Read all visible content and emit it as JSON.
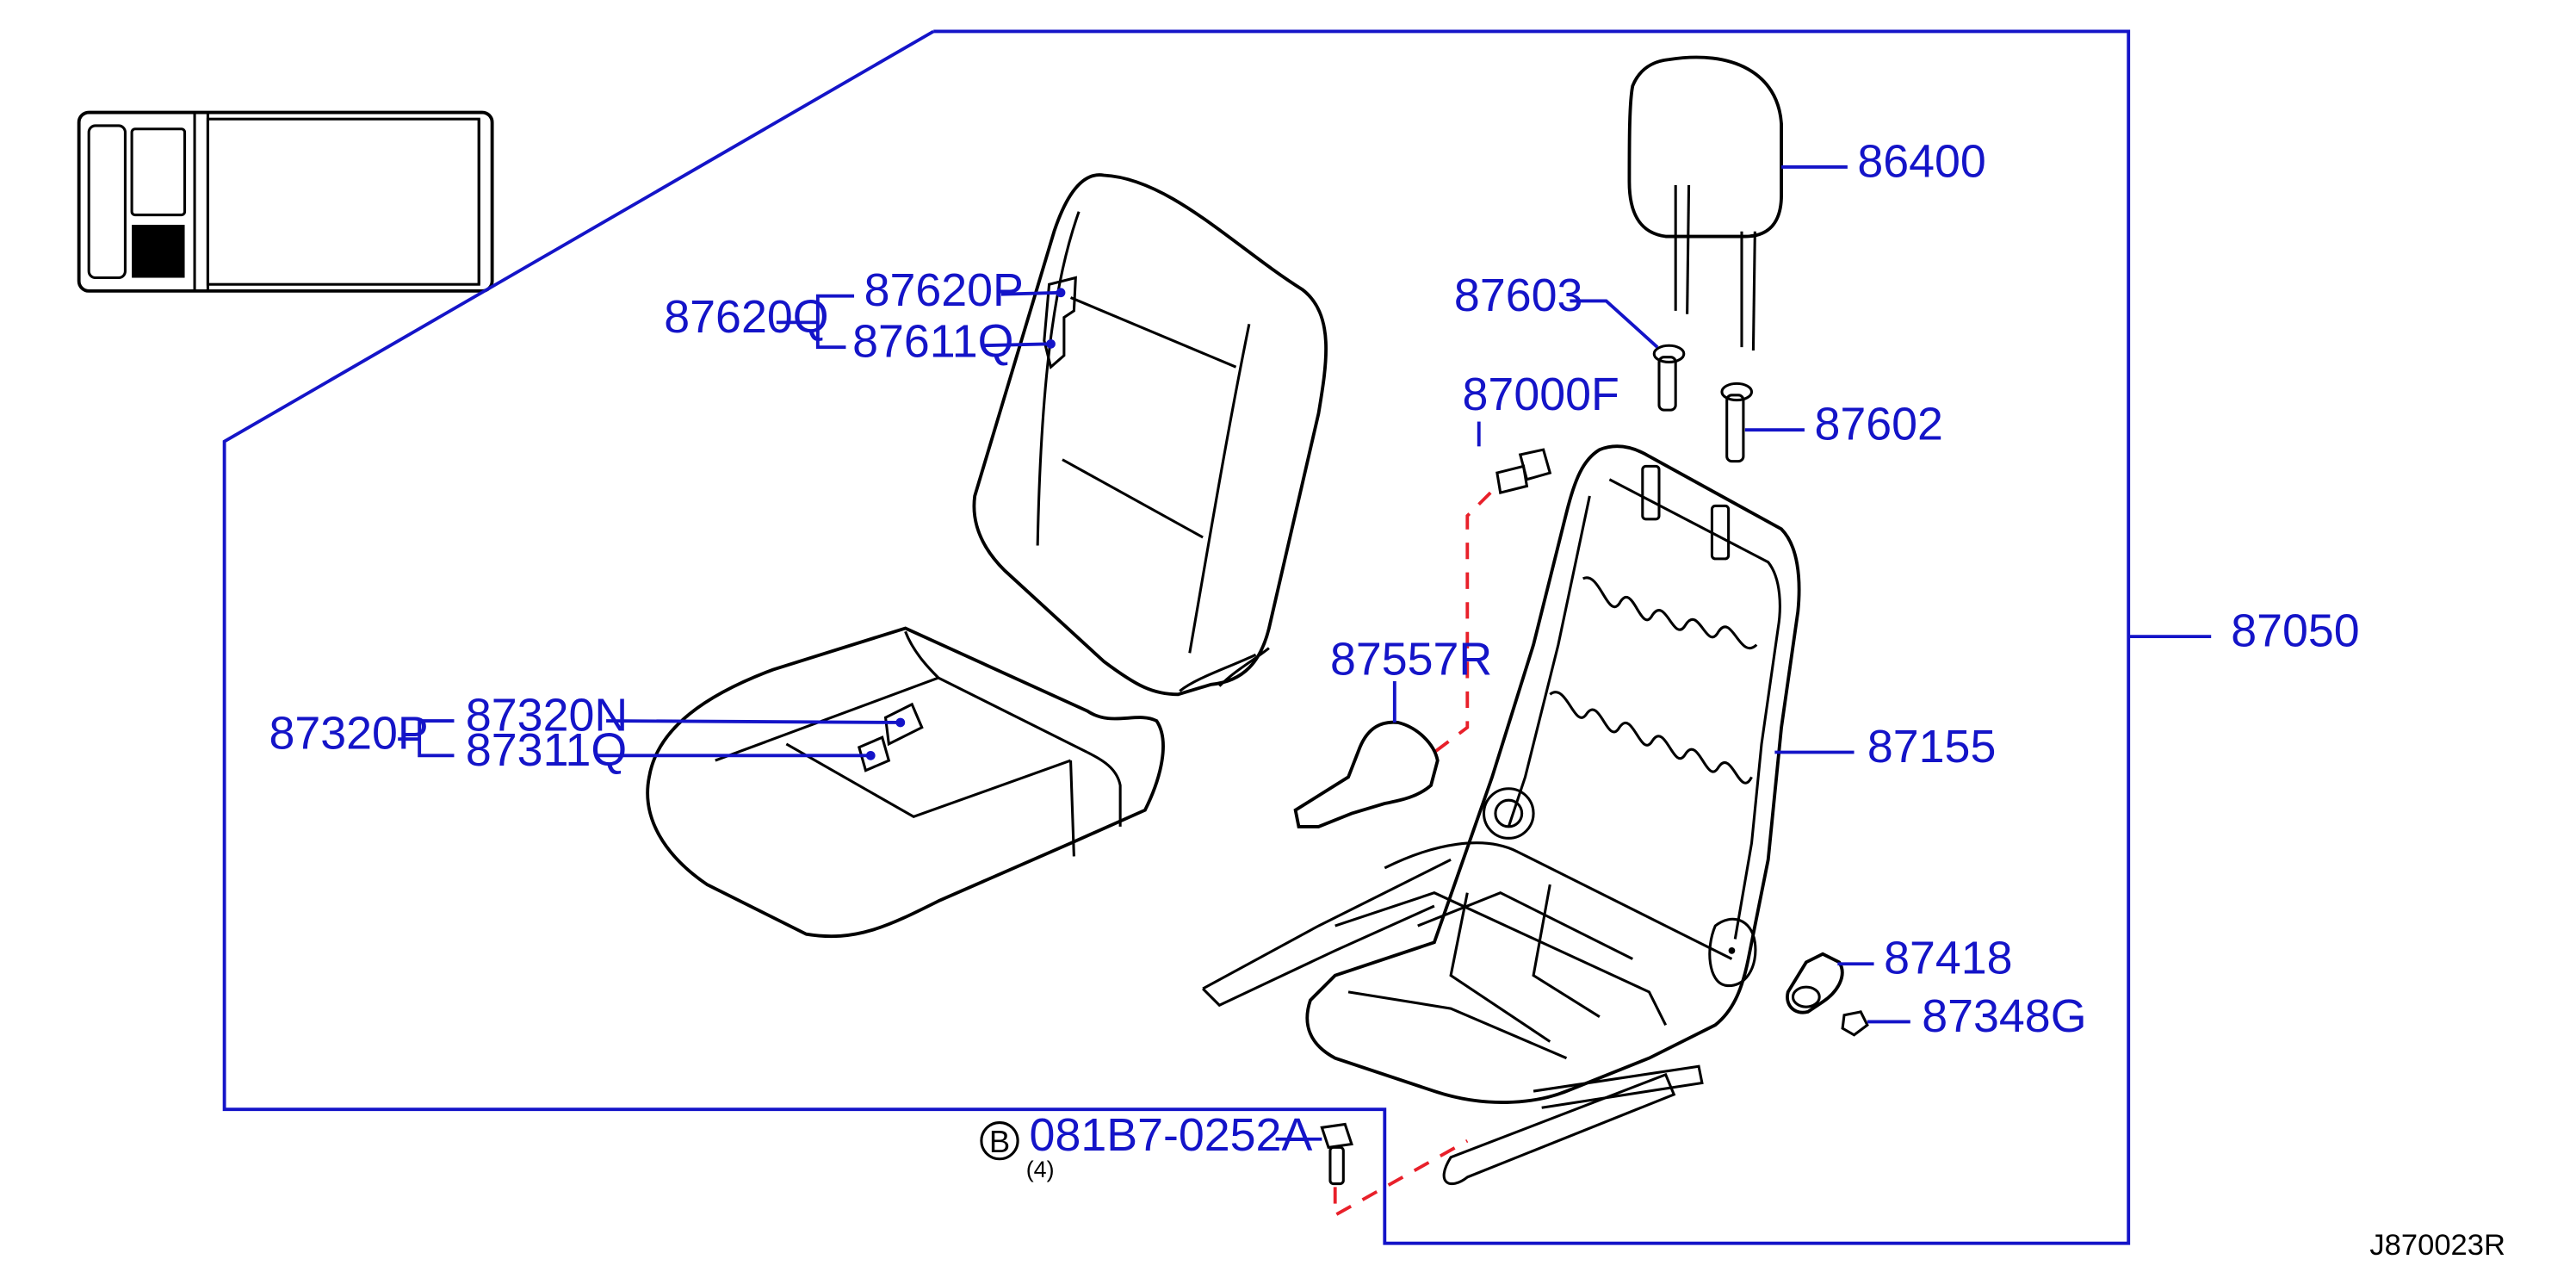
{
  "diagram": {
    "reference_code": "J870023R",
    "accent_color": "#1414c8",
    "dash_color": "#e8202a",
    "parts": {
      "headrest": "86400",
      "headrest_guide_lock": "87603",
      "headrest_guide_free": "87602",
      "bolt_87000f": "87000F",
      "seat_assembly": "87050",
      "back_frame": "87155",
      "cover_87557r": "87557R",
      "back_trim_assy": "87620Q",
      "back_trim": "87620P",
      "back_pad": "87611Q",
      "cushion_trim_assy": "87320P",
      "cushion_trim": "87320N",
      "cushion_pad": "87311Q",
      "knob": "87418",
      "nut": "87348G",
      "bolt_081b7": "081B7-0252A",
      "bolt_qty": "(4)",
      "bolt_marker": "B"
    }
  }
}
